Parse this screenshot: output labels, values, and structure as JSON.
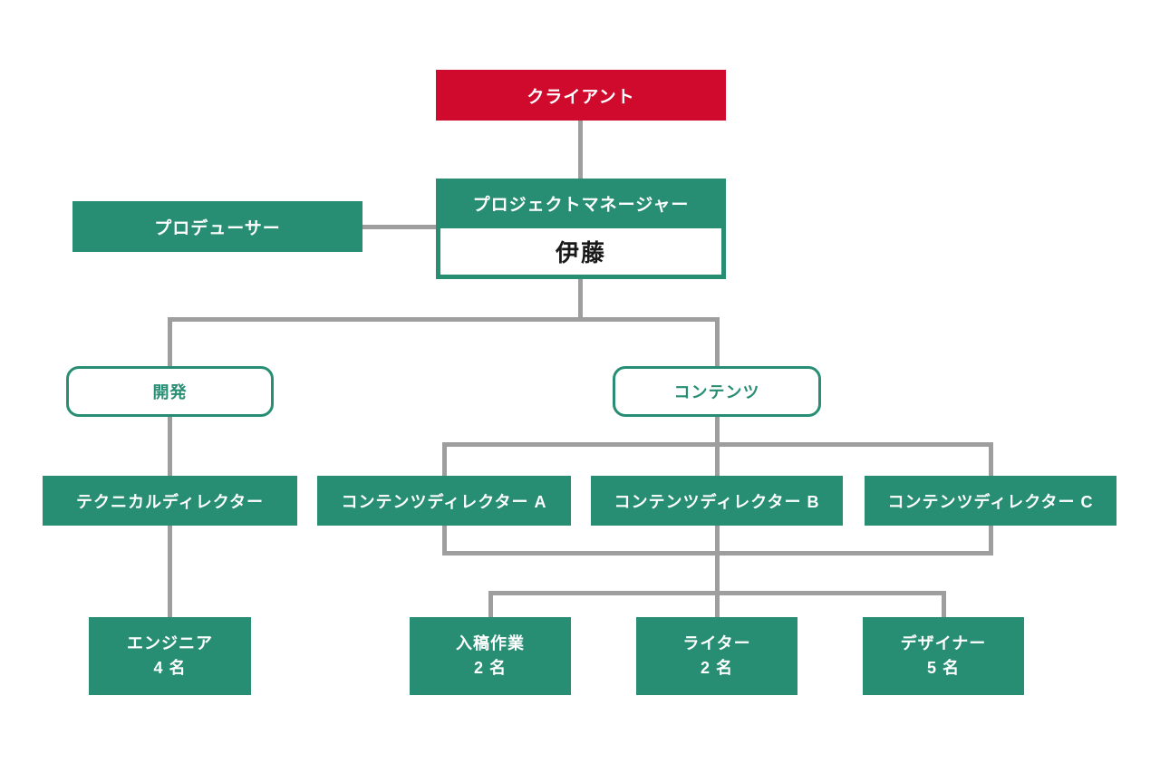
{
  "diagram": {
    "colors": {
      "red": "#cf0a2c",
      "green": "#278e74",
      "line_gray": "#9e9e9e",
      "name_text": "#1a1a1a"
    },
    "nodes": {
      "client": {
        "label": "クライアント"
      },
      "producer": {
        "label": "プロデューサー"
      },
      "project_manager": {
        "label": "プロジェクトマネージャー",
        "name": "伊藤"
      },
      "dev_group": {
        "label": "開発"
      },
      "content_group": {
        "label": "コンテンツ"
      },
      "technical_director": {
        "label": "テクニカルディレクター"
      },
      "content_director_a": {
        "label": "コンテンツディレクター A"
      },
      "content_director_b": {
        "label": "コンテンツディレクター B"
      },
      "content_director_c": {
        "label": "コンテンツディレクター C"
      },
      "engineer": {
        "label": "エンジニア",
        "count": "4 名"
      },
      "submission": {
        "label": "入稿作業",
        "count": "2 名"
      },
      "writer": {
        "label": "ライター",
        "count": "2 名"
      },
      "designer": {
        "label": "デザイナー",
        "count": "5 名"
      }
    }
  }
}
